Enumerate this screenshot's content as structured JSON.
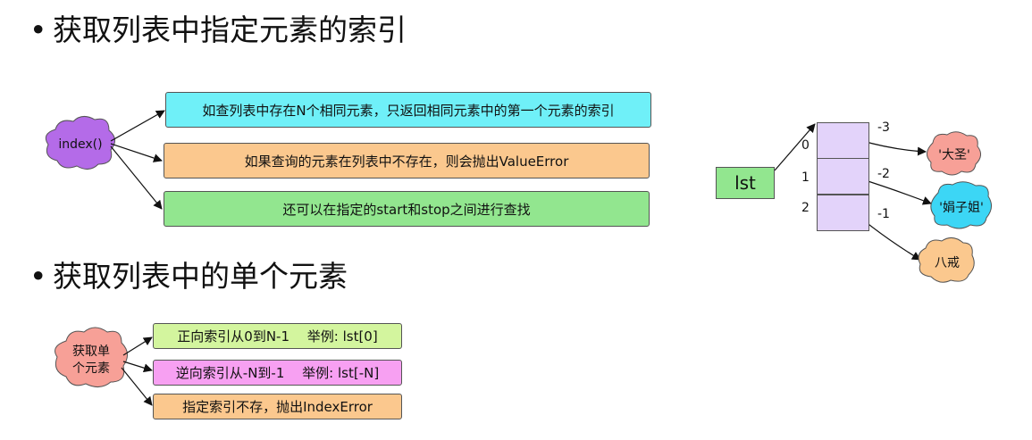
{
  "headings": {
    "h1": "获取列表中指定元素的索引",
    "h2": "获取列表中的单个元素"
  },
  "index_section": {
    "cloud_label": "index()",
    "boxes": [
      "如查列表中存在N个相同元素，只返回相同元素中的第一个元素的索引",
      "如果查询的元素在列表中不存在，则会抛出ValueError",
      "还可以在指定的start和stop之间进行查找"
    ]
  },
  "single_section": {
    "cloud_label_1": "获取单",
    "cloud_label_2": "个元素",
    "boxes": [
      "正向索引从0到N-1　 举例: lst[0]",
      "逆向索引从-N到-1　 举例: lst[-N]",
      "指定索引不存，抛出IndexError"
    ]
  },
  "list_diagram": {
    "var_name": "lst",
    "pos_indices": [
      "0",
      "1",
      "2"
    ],
    "neg_indices": [
      "-3",
      "-2",
      "-1"
    ],
    "values": [
      "'大圣'",
      "'娟子姐'",
      "八戒"
    ]
  },
  "colors": {
    "cyan": "#6ff0f8",
    "orange": "#fbc88e",
    "green": "#92e68f",
    "light_green": "#d3f59e",
    "pink": "#f7a0f2",
    "purple_cloud": "#b46be8",
    "salmon_cloud": "#f7a097",
    "blue_cloud": "#3cd6f5",
    "orange_cloud": "#fbc88e",
    "cell": "#e3d3fa"
  }
}
